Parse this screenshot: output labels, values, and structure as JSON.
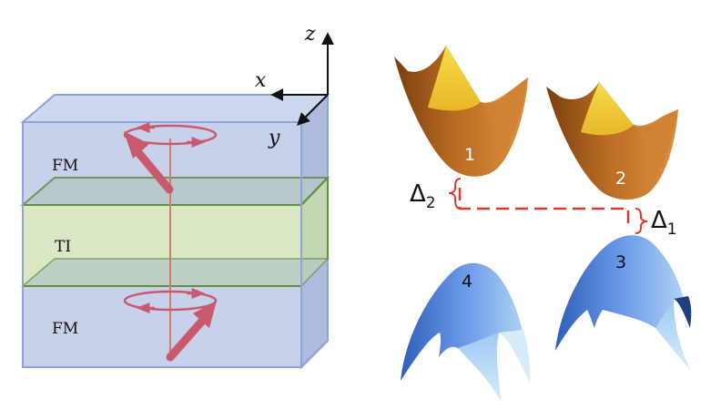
{
  "axes": {
    "x": "x",
    "y": "y",
    "z": "z"
  },
  "layers": {
    "top": "FM",
    "middle": "TI",
    "bottom": "FM"
  },
  "bands": {
    "b1": "1",
    "b2": "2",
    "b3": "3",
    "b4": "4"
  },
  "gaps": {
    "gap2_symbol": "Δ",
    "gap2_sub": "2",
    "gap1_symbol": "Δ",
    "gap1_sub": "1"
  },
  "colors": {
    "fm_layer": "#c7d1ea",
    "fm_edge": "#8fa3d6",
    "ti_layer": "#d9e7c4",
    "ti_edge": "#5f8f3f",
    "magnetization": "#c95a6e",
    "conduction_band": "#b56a1e",
    "conduction_top": "#f2d23c",
    "valence_band": "#5b8fe0",
    "gap_line": "#e0372b"
  }
}
